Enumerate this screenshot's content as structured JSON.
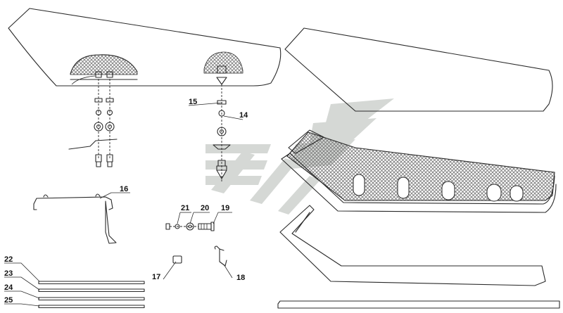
{
  "colors": {
    "line": "#2a2a2a",
    "mesh": "#7a7a7a",
    "watermark": "#c8ccc8",
    "background": "#ffffff"
  },
  "callouts": [
    {
      "id": "c14",
      "label": "14"
    },
    {
      "id": "c15",
      "label": "15"
    },
    {
      "id": "c16",
      "label": "16"
    },
    {
      "id": "c17",
      "label": "17"
    },
    {
      "id": "c18",
      "label": "18"
    },
    {
      "id": "c19",
      "label": "19"
    },
    {
      "id": "c20",
      "label": "20"
    },
    {
      "id": "c21",
      "label": "21"
    },
    {
      "id": "c22",
      "label": "22"
    },
    {
      "id": "c23",
      "label": "23"
    },
    {
      "id": "c24",
      "label": "24"
    },
    {
      "id": "c25",
      "label": "25"
    }
  ]
}
